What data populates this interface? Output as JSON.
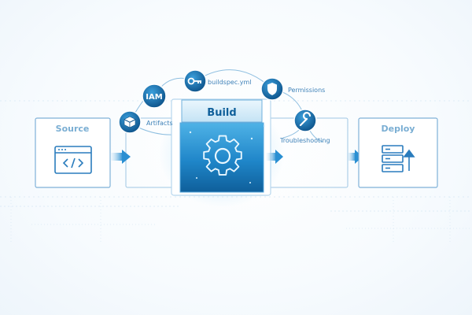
{
  "stages": {
    "source": "Source",
    "build": "Build",
    "deploy": "Deploy"
  },
  "nodes": {
    "iam": "IAM",
    "buildspec": "buildspec.yml",
    "permissions": "Permissions",
    "artifacts": "Artifacts",
    "troubleshooting": "Troubleshooting"
  },
  "icons": {
    "source": "code-window-icon",
    "build": "gear-icon",
    "deploy": "server-upload-icon",
    "buildspec": "key-icon",
    "permissions": "shield-icon",
    "artifacts": "box-icon",
    "troubleshooting": "wrench-icon"
  },
  "colors": {
    "accent": "#1f7fc4",
    "accent_dark": "#0d5d98",
    "panel_border": "#7fb1d8",
    "label": "#3f82b8"
  }
}
